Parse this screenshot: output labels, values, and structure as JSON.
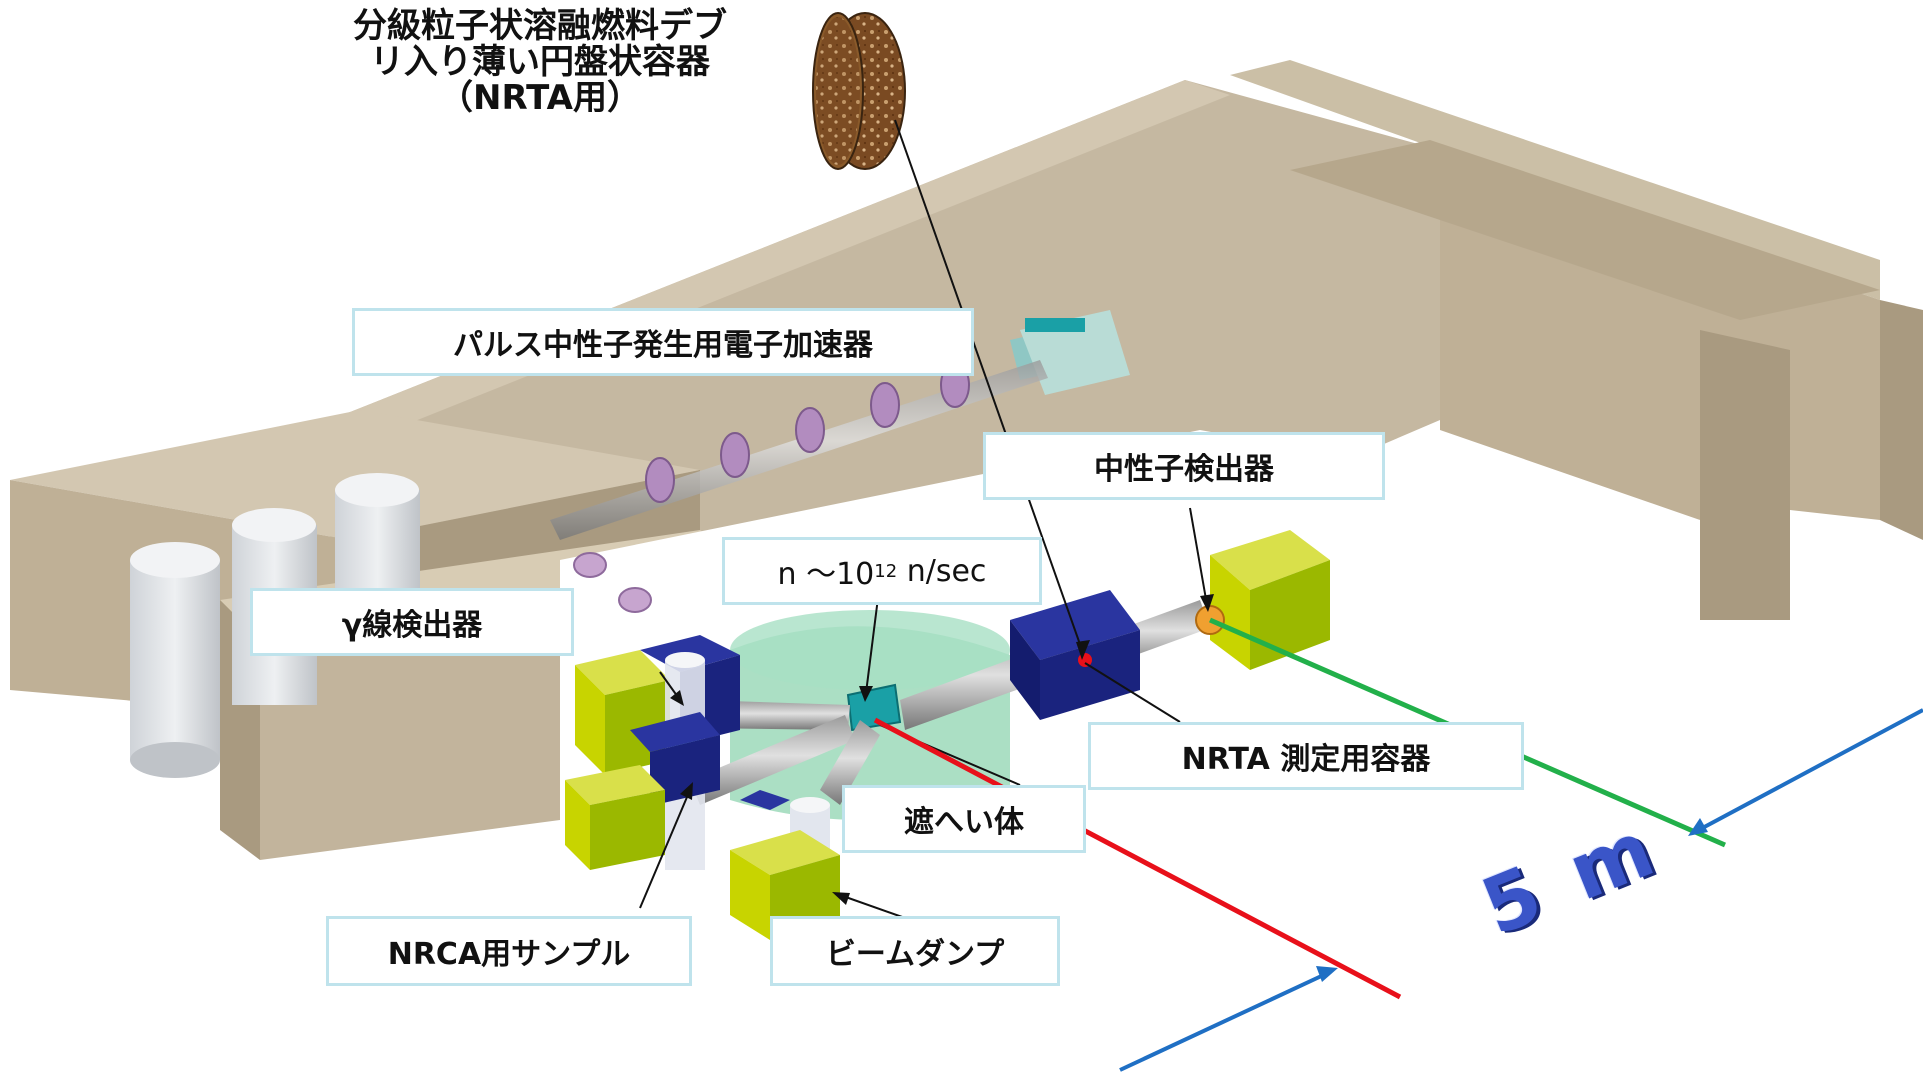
{
  "title": {
    "line1": "分級粒子状溶融燃料デブ",
    "line2": "リ入り薄い円盤状容器",
    "line3": "（NRTA用）"
  },
  "labels": {
    "accelerator": "パルス中性子発生用電子加速器",
    "neutron_detector": "中性子検出器",
    "flux_prefix": "n ～10",
    "flux_exponent": "12",
    "flux_suffix": " n/sec",
    "gamma_detector": "γ線検出器",
    "nrta_container": "NRTA 測定用容器",
    "shield": "遮へい体",
    "nrca_sample": "NRCA用サンプル",
    "beam_dump": "ビームダンプ"
  },
  "scale": {
    "text": "5 m"
  },
  "colors": {
    "wall": "#c2b49c",
    "wall_dark": "#a99a80",
    "shield_green": "#8fd4b0",
    "detector_yellow": "#c8d400",
    "magnet_blue": "#1a237e",
    "beam_red": "#e8101a",
    "beam_green": "#22b04a",
    "arrow_blue": "#1f6fc4",
    "label_border": "#bfe3ec",
    "scale_text": "#3a55c8"
  }
}
